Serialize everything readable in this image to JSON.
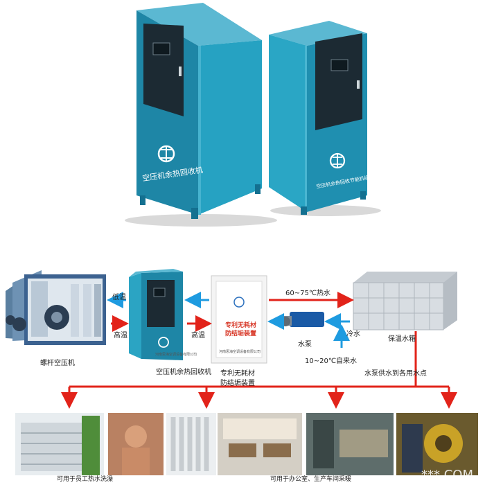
{
  "hero": {
    "unit_left_caption": "空压机余热回收机",
    "unit_right_caption": "空压机余热回收节能机组"
  },
  "diagram": {
    "compressor_label": "螺杆空压机",
    "recovery_unit_label": "空压机余热回收机",
    "recovery_unit_sub": "河南思海空调设备有限公司",
    "anti_scale_label_1": "专利无耗材",
    "anti_scale_label_2": "防结垢装置",
    "anti_scale_box_1": "专利无耗材",
    "anti_scale_box_2": "防结垢装置",
    "anti_scale_box_sub": "河南思海空调设备有限公司",
    "low_temp": "低温",
    "high_temp_left": "高温",
    "high_temp_right": "高温",
    "hot_water": "60~75℃热水",
    "cold_water": "冷水",
    "pump": "水泵",
    "tap_water": "10~20℃自来水",
    "tank": "保温水箱",
    "supply": "水泵供水到各用水点"
  },
  "uses": {
    "use_left": "可用于员工热水洗澡",
    "use_right": "可用于办公室、生产车间采暖"
  },
  "watermark": "***.COM",
  "colors": {
    "cabinet": "#1f8fb0",
    "red": "#e2231a",
    "blue": "#1e9be0"
  }
}
